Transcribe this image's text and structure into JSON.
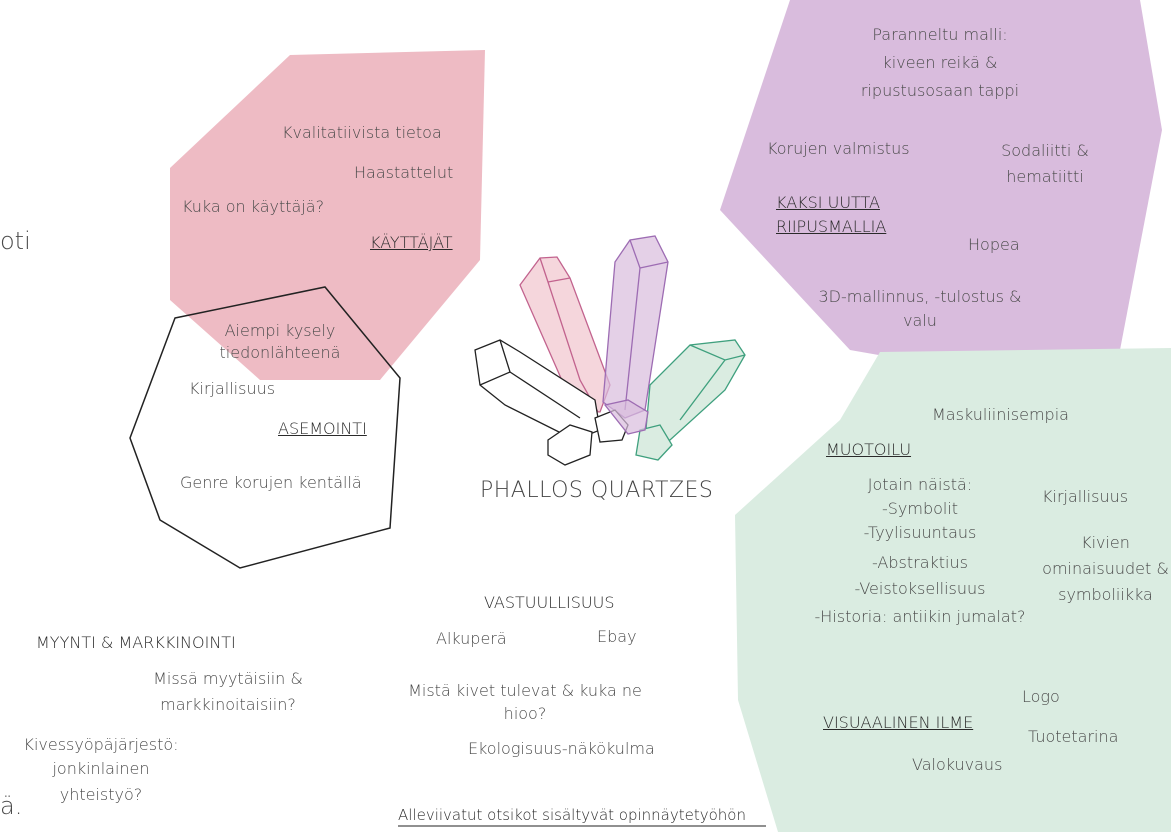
{
  "colors": {
    "pink": "#eebbc4",
    "purple": "#d9bcdd",
    "green": "#daece1",
    "outline": "#222222",
    "crystal_pink": "#c2638e",
    "crystal_purple": "#9d6cb3",
    "crystal_green": "#3fa07e"
  },
  "left_edge": {
    "fragment_top": "oti",
    "fragment_bottom": "ä."
  },
  "kayttajat": {
    "heading": "KÄYTTÄJÄT",
    "items": [
      "Kvalitatiivista tietoa",
      "Haastattelut",
      "Kuka on käyttäjä?"
    ]
  },
  "asemointi": {
    "heading": "ASEMOINTI",
    "items": [
      "Aiempi kysely",
      "tiedonlähteenä",
      "Kirjallisuus",
      "Genre korujen kentällä"
    ]
  },
  "riipus": {
    "heading_line1": "KAKSI UUTTA",
    "heading_line2": "RIIPUSMALLIA",
    "items": [
      "Paranneltu malli:",
      "kiveen reikä &",
      "ripustusosaan tappi",
      "Korujen valmistus",
      "Sodaliitti &",
      "hematiitti",
      "Hopea",
      "3D-mallinnus, -tulostus &",
      "valu"
    ]
  },
  "center": {
    "logo_text": "PHALLOS QUARTZES",
    "logo_icon": "crystal-cluster-icon"
  },
  "muotoilu": {
    "heading": "MUOTOILU",
    "top_item": "Maskuliinisempia",
    "list": [
      "Jotain näistä:",
      "-Symbolit",
      "-Tyylisuuntaus",
      "-Abstraktius",
      "-Veistoksellisuus",
      "-Historia: antiikin jumalat?"
    ],
    "side": [
      "Kirjallisuus",
      "Kivien",
      "ominaisuudet &",
      "symboliikka"
    ]
  },
  "visuaalinen": {
    "heading": "VISUAALINEN ILME",
    "items": [
      "Logo",
      "Tuotetarina",
      "Valokuvaus"
    ]
  },
  "vastuullisuus": {
    "heading": "VASTUULLISUUS",
    "items": [
      "Alkuperä",
      "Ebay",
      "Mistä kivet tulevat & kuka ne",
      "hioo?",
      "Ekologisuus-näkökulma"
    ]
  },
  "myynti": {
    "heading": "MYYNTI & MARKKINOINTI",
    "items": [
      "Missä myytäisiin &",
      "markkinoitaisiin?",
      "Kivessyöpäjärjestö:",
      "jonkinlainen",
      "yhteistyö?"
    ]
  },
  "footer": "Alleviivatut otsikot sisältyvät opinnäytetyöhön"
}
